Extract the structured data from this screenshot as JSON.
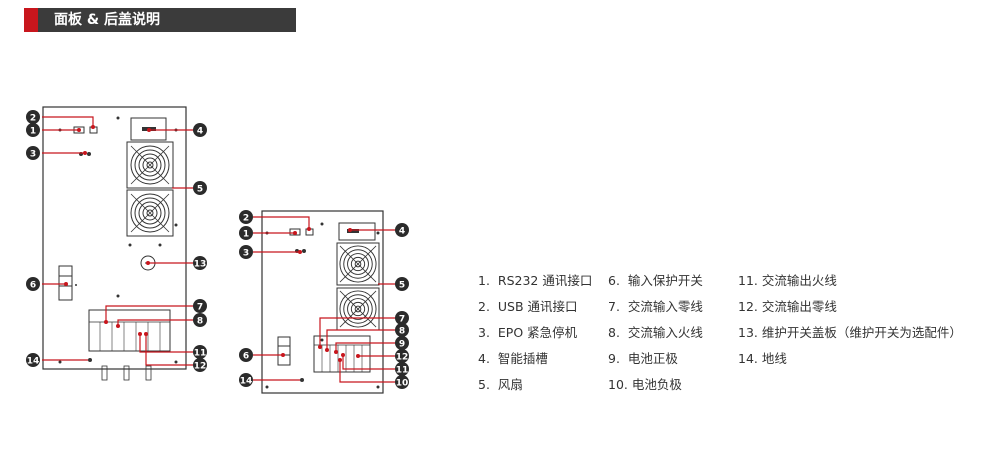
{
  "header": {
    "title": "面板 & 后盖说明"
  },
  "legend": [
    {
      "num": "1.",
      "text": "RS232 通讯接口"
    },
    {
      "num": "2.",
      "text": "USB 通讯接口"
    },
    {
      "num": "3.",
      "text": "EPO 紧急停机"
    },
    {
      "num": "4.",
      "text": "智能插槽"
    },
    {
      "num": "5.",
      "text": "风扇"
    },
    {
      "num": "6.",
      "text": "输入保护开关"
    },
    {
      "num": "7.",
      "text": "交流输入零线"
    },
    {
      "num": "8.",
      "text": "交流输入火线"
    },
    {
      "num": "9.",
      "text": "电池正极"
    },
    {
      "num": "10.",
      "text": "电池负极"
    },
    {
      "num": "11.",
      "text": "交流输出火线"
    },
    {
      "num": "12.",
      "text": "交流输出零线"
    },
    {
      "num": "13.",
      "text": "维护开关盖板（维护开关为选配件）"
    },
    {
      "num": "14.",
      "text": "地线"
    }
  ],
  "callouts": {
    "large": [
      "1",
      "2",
      "3",
      "4",
      "5",
      "6",
      "7",
      "8",
      "11",
      "12",
      "13",
      "14"
    ],
    "small": [
      "1",
      "2",
      "3",
      "4",
      "5",
      "6",
      "7",
      "8",
      "9",
      "10",
      "11",
      "12",
      "14"
    ]
  },
  "colors": {
    "accent": "#c8161d",
    "header_bg": "#3b3b3b",
    "line": "#333333",
    "callout": "#2b2b2b"
  }
}
